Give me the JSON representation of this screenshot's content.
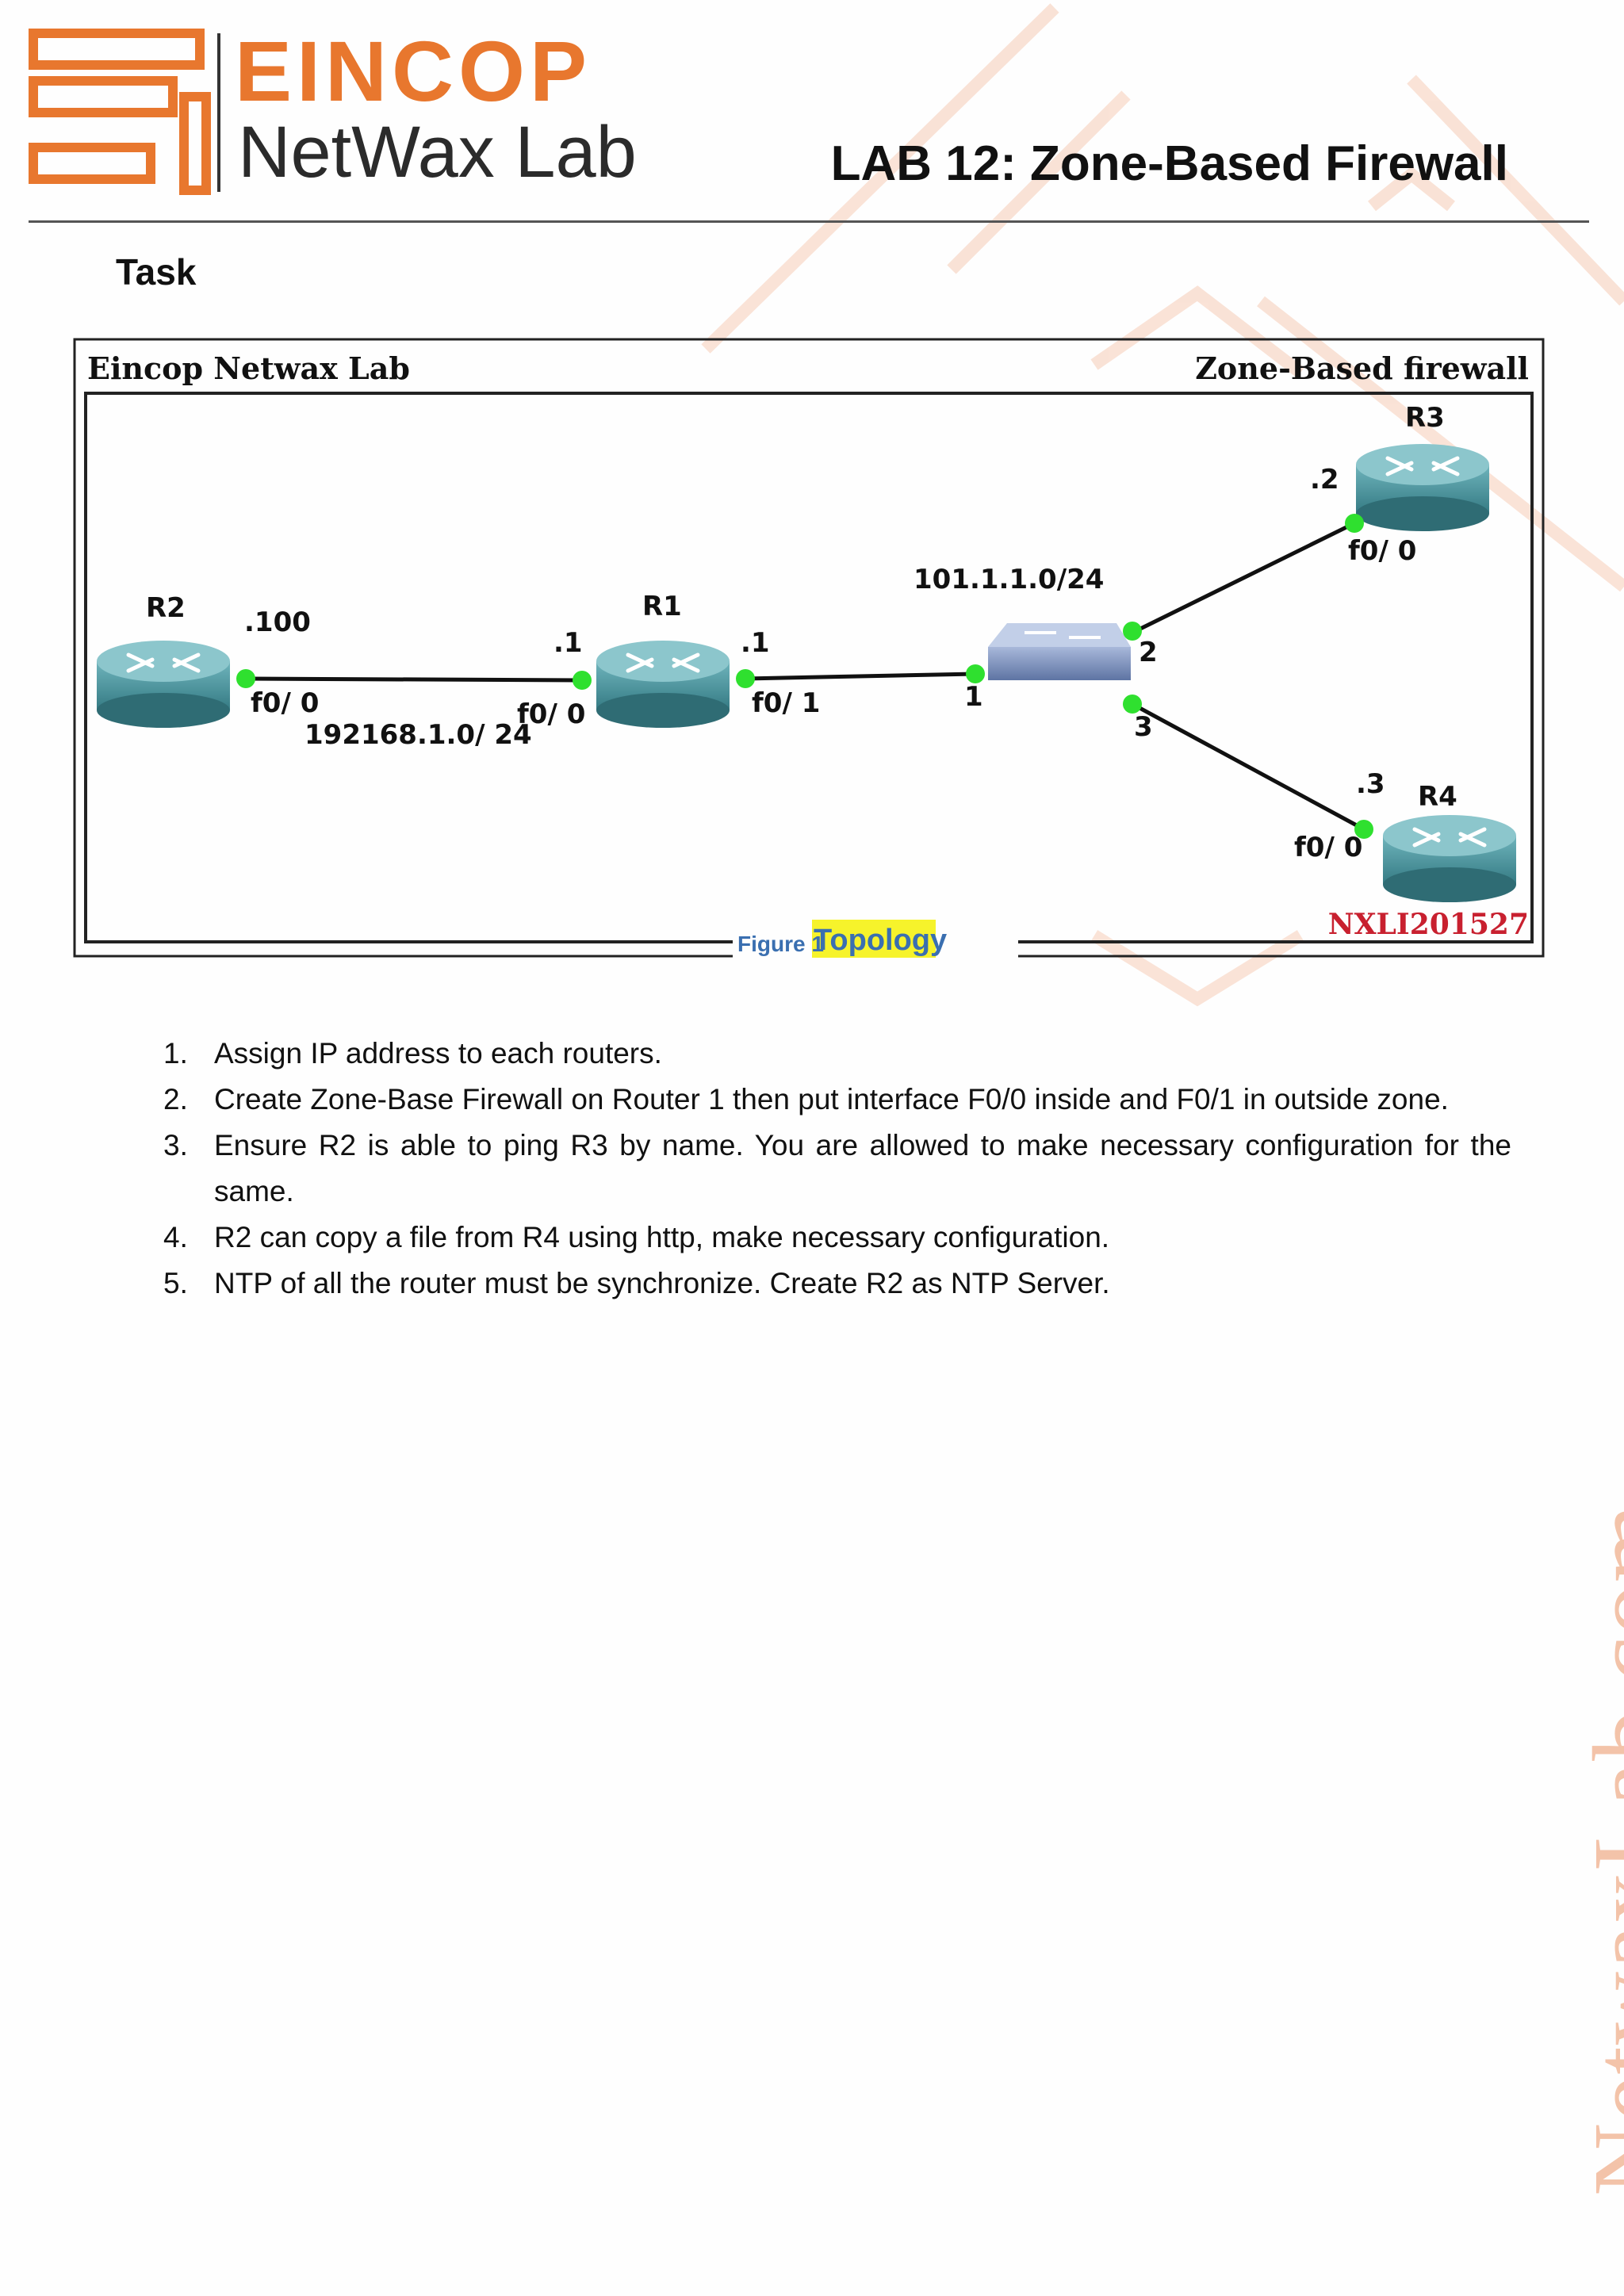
{
  "header": {
    "logo_brand": "EINCOP",
    "logo_sub": "NetWax Lab",
    "lab_title": "LAB 12: Zone-Based Firewall"
  },
  "task_heading": "Task",
  "figure": {
    "frame_left_title": "Eincop Netwax Lab",
    "frame_right_title": "Zone-Based firewall",
    "watermark": "NXLI201527",
    "caption_prefix": "Figure 1",
    "caption_label": "Topology",
    "caption_highlight_color": "#f6f32b",
    "routers": {
      "r1": {
        "name": "R1",
        "left_ip": ".1",
        "left_if": "f0/ 0",
        "right_ip": ".1",
        "right_if": "f0/ 1"
      },
      "r2": {
        "name": "R2",
        "ip": ".100",
        "if": "f0/ 0"
      },
      "r3": {
        "name": "R3",
        "ip": ".2",
        "if": "f0/ 0"
      },
      "r4": {
        "name": "R4",
        "ip": ".3",
        "if": "f0/ 0"
      }
    },
    "switch_ports": {
      "p1": "1",
      "p2": "2",
      "p3": "3"
    },
    "networks": {
      "inside": "192168.1.0/ 24",
      "outside": "101.1.1.0/24"
    },
    "colors": {
      "router": "#4f9aa3",
      "switch": "#7d93bd",
      "link_dot": "#2fe02f",
      "accent": "#e8772e"
    }
  },
  "tasks": [
    {
      "num": "1.",
      "text": "Assign IP address to each routers."
    },
    {
      "num": "2.",
      "text": "Create Zone-Base Firewall on Router 1 then put interface F0/0 inside and F0/1 in outside zone."
    },
    {
      "num": "3.",
      "text": "Ensure R2 is able to ping R3 by name. You are allowed to make necessary configuration for the same."
    },
    {
      "num": "4.",
      "text": "R2 can copy a file from R4 using http, make necessary configuration."
    },
    {
      "num": "5.",
      "text": "NTP of all the router must be synchronize. Create R2 as NTP Server."
    }
  ],
  "side_watermark": "NetwaxLab.com"
}
